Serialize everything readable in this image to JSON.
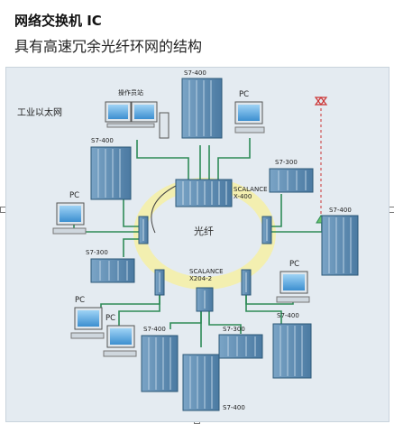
{
  "header": {
    "title": "网络交换机 IC",
    "subtitle": "具有高速冗余光纤环网的结构"
  },
  "diagram": {
    "network_label": "工业以太网",
    "fiber_label": "光纤",
    "operator_station_label": "操作员站",
    "switches": {
      "x400": "SCALANCE X-400",
      "x204": "SCALANCE X204-2"
    },
    "labels": {
      "s7400_top": "S7-400",
      "s7400_left": "S7-400",
      "s7300_right_top": "S7-300",
      "s7400_right": "S7-400",
      "s7300_left": "S7-300",
      "s7400_bottom_left": "S7-400",
      "s7300_bottom": "S7-300",
      "s7400_bottom_right": "S7-400",
      "s7400_bottom": "S7-400",
      "pc_top": "PC",
      "pc_left": "PC",
      "pc_right": "PC",
      "pc_bottom_left1": "PC",
      "pc_bottom_left2": "PC"
    },
    "colors": {
      "link": "#2e8b57",
      "fiber_ring": "#f3efb0",
      "device_blue": "#5f8fb5",
      "panel_bg": "#e4ebf1"
    }
  }
}
